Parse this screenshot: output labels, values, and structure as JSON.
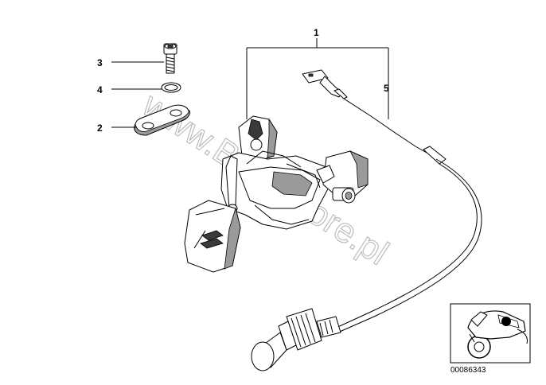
{
  "callouts": {
    "c1": "1",
    "c2": "2",
    "c3": "3",
    "c4": "4",
    "c5": "5"
  },
  "watermark": "www.BMWstore.pl",
  "diagram_code": "00086343",
  "colors": {
    "line": "#000000",
    "watermark": "#b8b8b8",
    "shading": "#9a9a9a"
  }
}
